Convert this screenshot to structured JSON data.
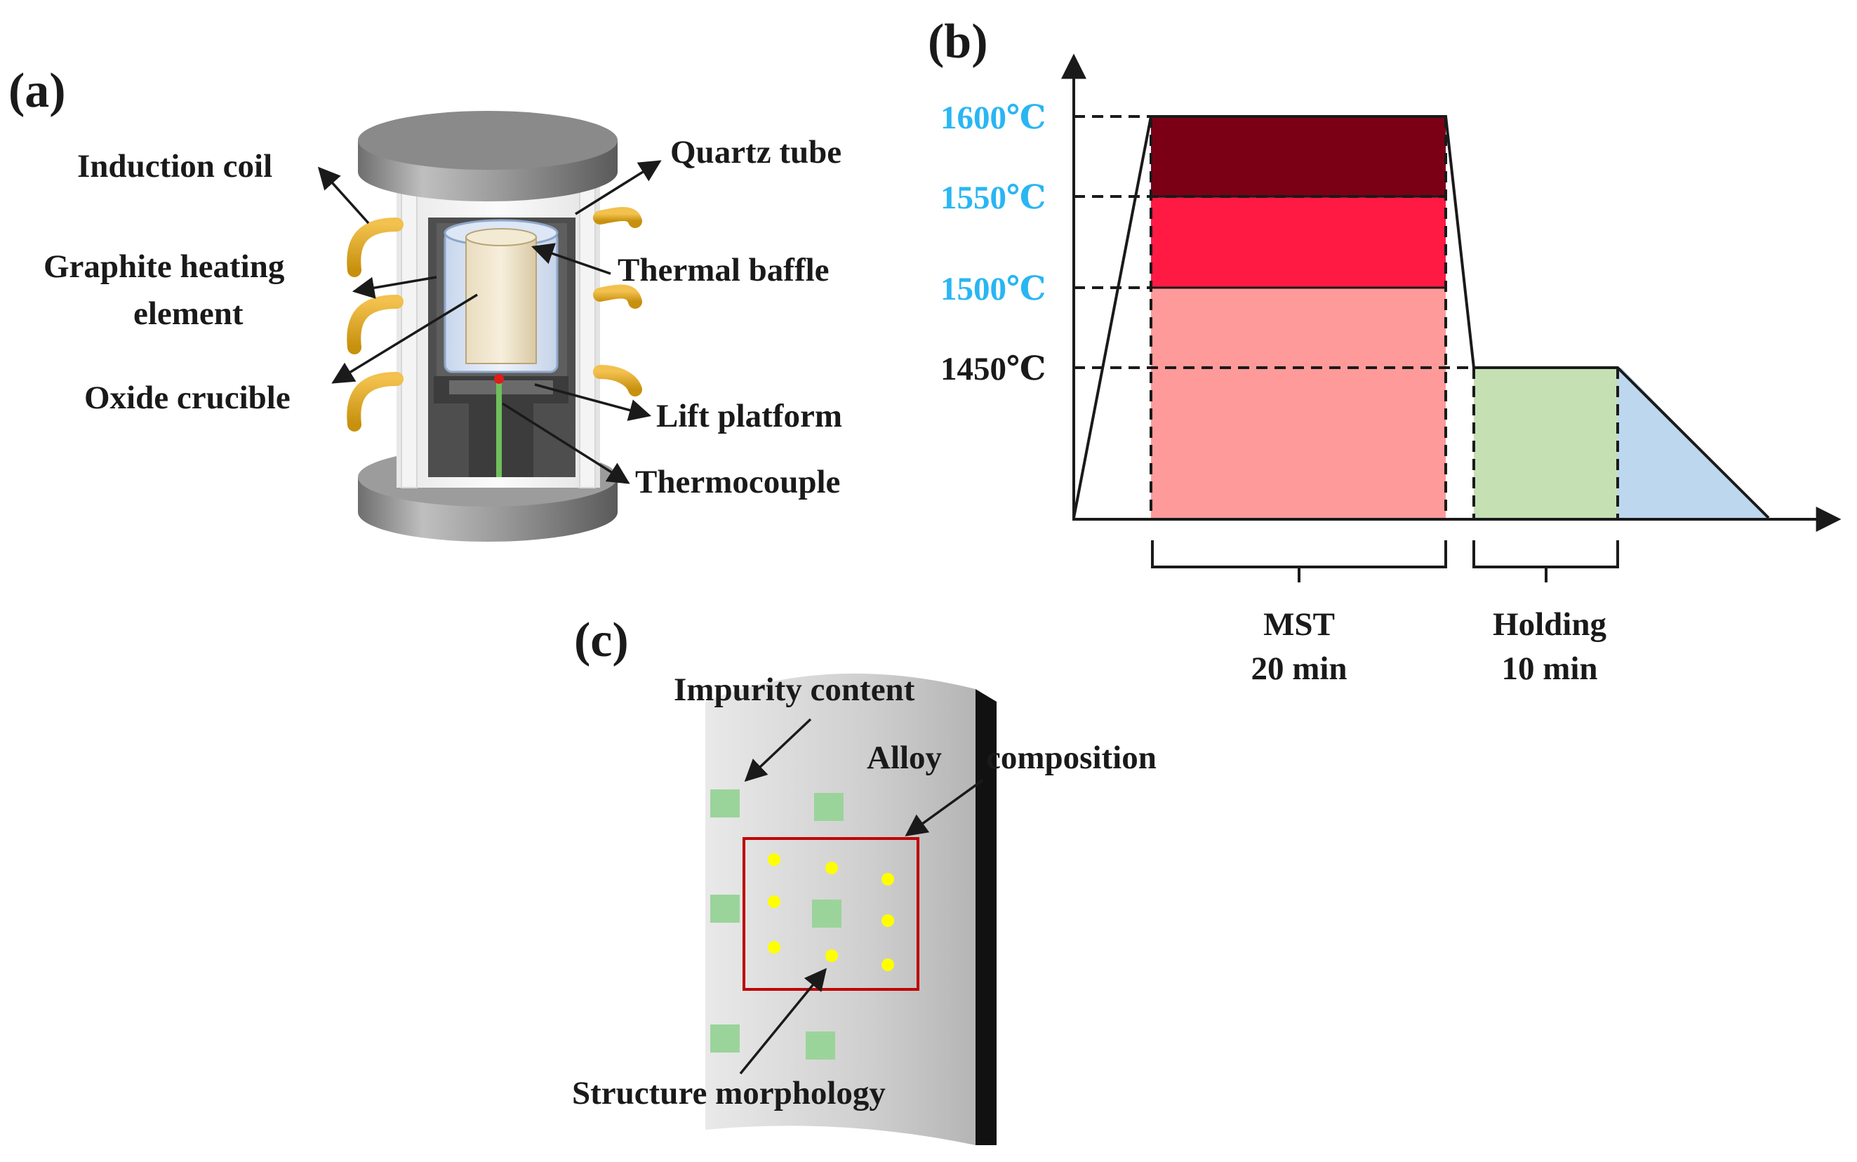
{
  "panels": {
    "a": "(a)",
    "b": "(b)",
    "c": "(c)"
  },
  "furnace": {
    "induction_coil": "Induction coil",
    "quartz_tube": "Quartz tube",
    "graphite_line1": "Graphite heating",
    "graphite_line2": "element",
    "thermal_baffle": "Thermal baffle",
    "oxide_crucible": "Oxide crucible",
    "lift_platform": "Lift platform",
    "thermocouple": "Thermocouple"
  },
  "process": {
    "temperatures": [
      "1600℃",
      "1550℃",
      "1500℃",
      "1450℃"
    ],
    "stage1_name": "MST",
    "stage1_time": "20 min",
    "stage2_name": "Holding",
    "stage2_time": "10 min",
    "colors": {
      "t1600": "#7b0016",
      "t1550": "#ff1a44",
      "t1500": "#ff9a9a",
      "holding": "#c5e0b3",
      "cooling": "#bdd7ee",
      "hot_label": "#29b6f2"
    }
  },
  "sample": {
    "impurity": "Impurity content",
    "alloy": "Alloy",
    "composition": "composition",
    "structure": "Structure morphology",
    "colors": {
      "impurity_patch": "#9bd49b",
      "composition_point": "#ffff00",
      "frame": "#c00000"
    }
  }
}
